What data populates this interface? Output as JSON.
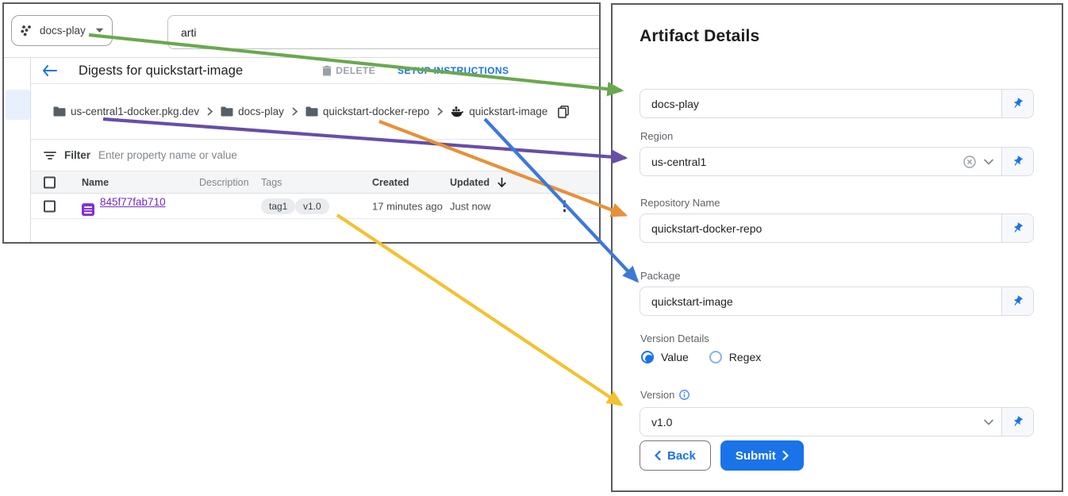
{
  "console": {
    "project_switcher": {
      "label": "docs-play"
    },
    "search": {
      "value": "arti"
    },
    "page": {
      "title": "Digests for quickstart-image",
      "delete_label": "DELETE",
      "setup_label": "SETUP INSTRUCTIONS"
    },
    "breadcrumb": {
      "items": [
        {
          "label": "us-central1-docker.pkg.dev",
          "icon": "folder"
        },
        {
          "label": "docs-play",
          "icon": "folder"
        },
        {
          "label": "quickstart-docker-repo",
          "icon": "folder"
        },
        {
          "label": "quickstart-image",
          "icon": "container-image"
        }
      ]
    },
    "filter": {
      "label": "Filter",
      "placeholder": "Enter property name or value"
    },
    "table": {
      "columns": [
        "Name",
        "Description",
        "Tags",
        "Created",
        "Updated"
      ],
      "sort_column": "Updated",
      "rows": [
        {
          "name": "845f77fab710",
          "description": "",
          "tags": [
            "tag1",
            "v1.0"
          ],
          "created": "17 minutes ago",
          "updated": "Just now"
        }
      ]
    }
  },
  "panel": {
    "title": "Artifact Details",
    "fields": [
      {
        "label": "",
        "value": "docs-play"
      },
      {
        "label": "Region",
        "value": "us-central1"
      },
      {
        "label": "Repository Name",
        "value": "quickstart-docker-repo"
      },
      {
        "label": "Package",
        "value": "quickstart-image"
      },
      {
        "label": "Version",
        "value": "v1.0"
      }
    ],
    "version_details": {
      "label": "Version Details",
      "options": [
        {
          "label": "Value",
          "selected": true
        },
        {
          "label": "Regex",
          "selected": false
        }
      ]
    },
    "buttons": {
      "back": "Back",
      "submit": "Submit"
    }
  },
  "colors": {
    "accent_blue": "#1a73e8",
    "link_purple": "#7627bb",
    "arrow_green": "#6aa84f",
    "arrow_purple": "#674ea7",
    "arrow_orange": "#e69138",
    "arrow_blue": "#3c78d8",
    "arrow_yellow": "#f1c232"
  },
  "arrows": [
    {
      "name": "project-to-project-field",
      "color": "#6aa84f"
    },
    {
      "name": "host-crumb-to-region",
      "color": "#674ea7"
    },
    {
      "name": "repo-crumb-to-repository-name",
      "color": "#e69138"
    },
    {
      "name": "image-crumb-to-package",
      "color": "#3c78d8"
    },
    {
      "name": "tag-to-version",
      "color": "#f1c232"
    }
  ]
}
